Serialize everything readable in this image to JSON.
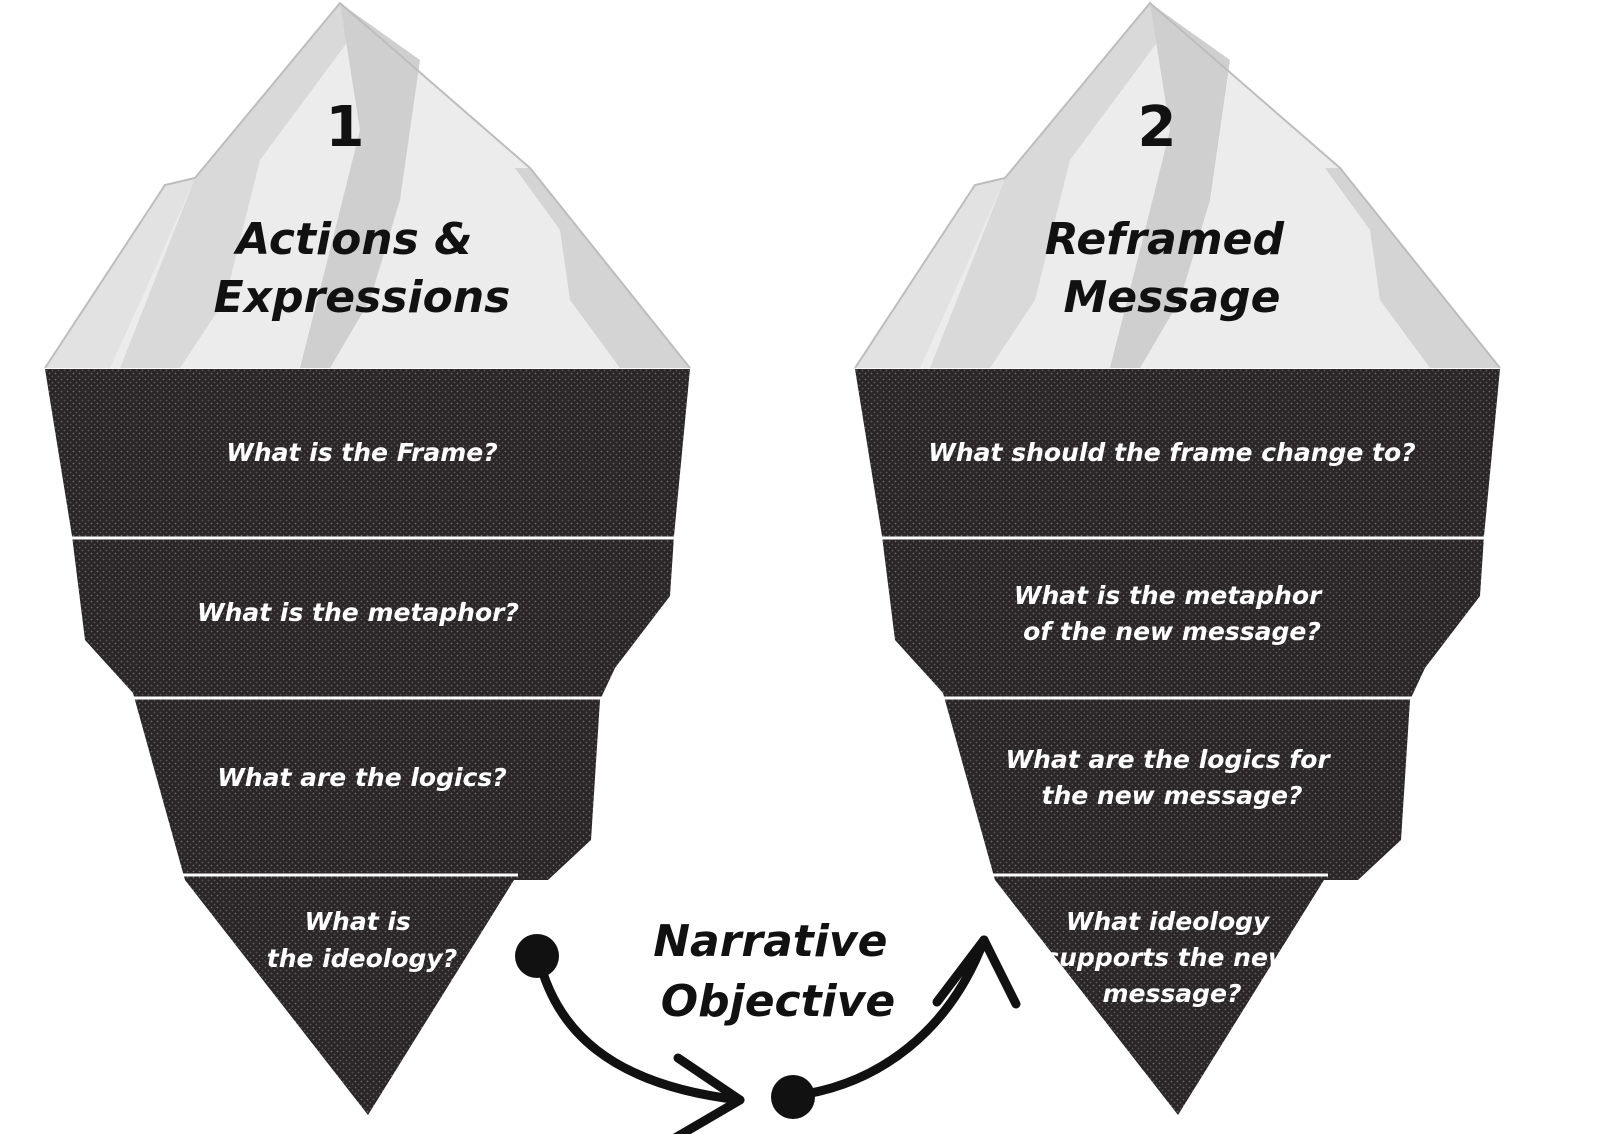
{
  "iceberg_left": {
    "number": "1",
    "title_lines": [
      "Actions &",
      "Expressions"
    ],
    "layers": [
      {
        "lines": [
          "What is the Frame?"
        ]
      },
      {
        "lines": [
          "What is the metaphor?"
        ]
      },
      {
        "lines": [
          "What are the logics?"
        ]
      },
      {
        "lines": [
          "What is",
          "the ideology?"
        ]
      }
    ]
  },
  "iceberg_right": {
    "number": "2",
    "title_lines": [
      "Reframed",
      "Message"
    ],
    "layers": [
      {
        "lines": [
          "What should the frame change to?"
        ]
      },
      {
        "lines": [
          "What is the metaphor",
          "of the new message?"
        ]
      },
      {
        "lines": [
          "What are the logics for",
          "the new message?"
        ]
      },
      {
        "lines": [
          "What ideology",
          "supports the new",
          "message?"
        ]
      }
    ]
  },
  "connector": {
    "label_lines": [
      "Narrative",
      "Objective"
    ]
  },
  "colors": {
    "ice_light": "#ececec",
    "ice_shade": "#cfcfcf",
    "water_dark": "#2a2627",
    "dot": "#6b6768",
    "divider": "#ffffff",
    "ink": "#111111"
  }
}
